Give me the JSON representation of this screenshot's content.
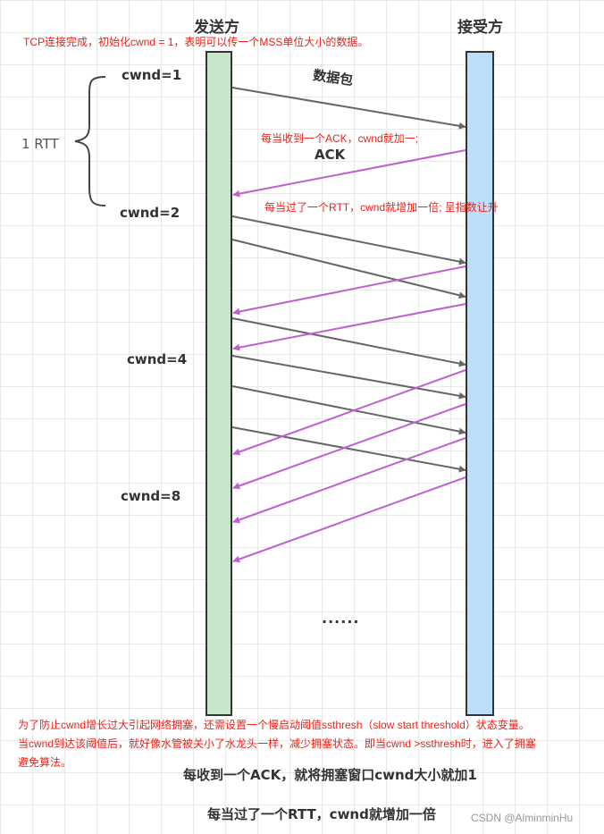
{
  "headers": {
    "sender": "发送方",
    "receiver": "接受方"
  },
  "notes": {
    "top": "TCP连接完成，初始化cwnd = 1，表明可以传一个MSS单位大小的数据。",
    "ack_increment": "每当收到一个ACK，cwnd就加一;",
    "rtt_double": "每当过了一个RTT，cwnd就增加一倍; 呈指数让升",
    "threshold_line1": "为了防止cwnd增长过大引起网络拥塞，还需设置一个慢启动阈值ssthresh（slow start threshold）状态变量。",
    "threshold_line2": "当cwnd到达该阈值后，就好像水管被关小了水龙头一样，减少拥塞状态。即当cwnd >ssthresh时，进入了拥塞",
    "threshold_line3": "避免算法。"
  },
  "labels": {
    "rtt": "1 RTT",
    "packet": "数据包",
    "ack": "ACK",
    "cwnd1": "cwnd=1",
    "cwnd2": "cwnd=2",
    "cwnd4": "cwnd=4",
    "cwnd8": "cwnd=8",
    "ellipsis": "......"
  },
  "summary": {
    "line1": "每收到一个ACK，就将拥塞窗口cwnd大小就加1",
    "line2": "每当过了一个RTT，cwnd就增加一倍"
  },
  "watermark": "CSDN @AlminminHu",
  "colors": {
    "sender_bar": "#c8e6c9",
    "receiver_bar": "#bbdefb",
    "data_arrow": "#666666",
    "ack_arrow": "#c060d0",
    "note_red": "#e8231b"
  }
}
